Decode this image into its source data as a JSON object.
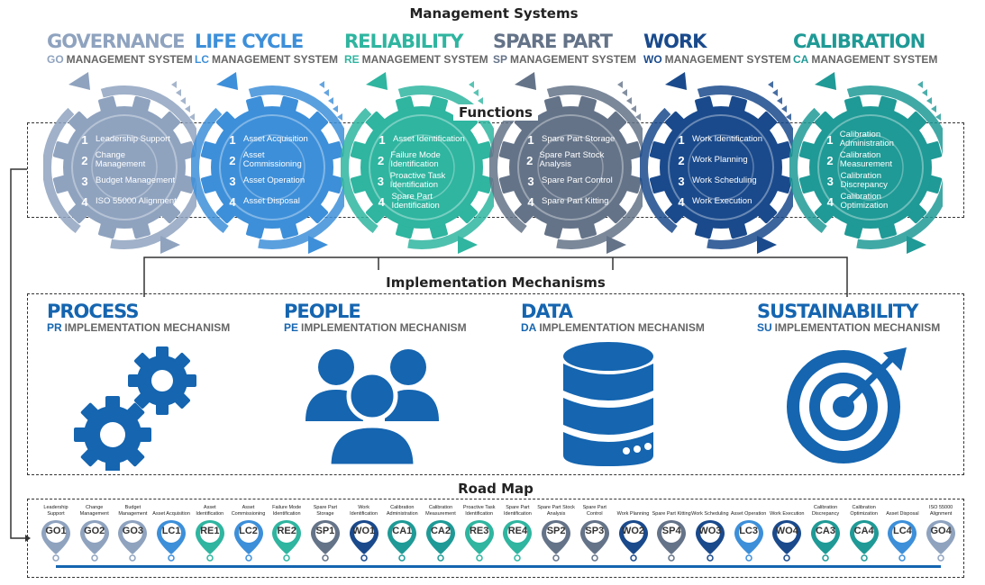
{
  "titles": {
    "management_systems": "Management Systems",
    "functions": "Functions",
    "implementation_mechanisms": "Implementation Mechanisms",
    "road_map": "Road Map"
  },
  "systems": [
    {
      "name": "GOVERNANCE",
      "code": "GO",
      "sub": "MANAGEMENT SYSTEM",
      "color": "#8fa3bf",
      "functions": [
        {
          "num": "1",
          "label": "Leadership Support"
        },
        {
          "num": "2",
          "label": "Change Management"
        },
        {
          "num": "3",
          "label": "Budget Management"
        },
        {
          "num": "4",
          "label": "ISO 55000 Alignment"
        }
      ]
    },
    {
      "name": "LIFE CYCLE",
      "code": "LC",
      "sub": "MANAGEMENT SYSTEM",
      "color": "#3d8fd9",
      "functions": [
        {
          "num": "1",
          "label": "Asset Acquisition"
        },
        {
          "num": "2",
          "label": "Asset Commissioning"
        },
        {
          "num": "3",
          "label": "Asset Operation"
        },
        {
          "num": "4",
          "label": "Asset Disposal"
        }
      ]
    },
    {
      "name": "RELIABILITY",
      "code": "RE",
      "sub": "MANAGEMENT SYSTEM",
      "color": "#2fb5a0",
      "functions": [
        {
          "num": "1",
          "label": "Asset Identification"
        },
        {
          "num": "2",
          "label": "Failure Mode Identification"
        },
        {
          "num": "3",
          "label": "Proactive Task Identification"
        },
        {
          "num": "4",
          "label": "Spare Part Identification"
        }
      ]
    },
    {
      "name": "SPARE PART",
      "code": "SP",
      "sub": "MANAGEMENT SYSTEM",
      "color": "#647388",
      "functions": [
        {
          "num": "1",
          "label": "Spare Part Storage"
        },
        {
          "num": "2",
          "label": "Spare Part Stock Analysis"
        },
        {
          "num": "3",
          "label": "Spare Part Control"
        },
        {
          "num": "4",
          "label": "Spare Part Kitting"
        }
      ]
    },
    {
      "name": "WORK",
      "code": "WO",
      "sub": "MANAGEMENT SYSTEM",
      "color": "#1a4a8c",
      "functions": [
        {
          "num": "1",
          "label": "Work Identification"
        },
        {
          "num": "2",
          "label": "Work Planning"
        },
        {
          "num": "3",
          "label": "Work Scheduling"
        },
        {
          "num": "4",
          "label": "Work Execution"
        }
      ]
    },
    {
      "name": "CALIBRATION",
      "code": "CA",
      "sub": "MANAGEMENT SYSTEM",
      "color": "#1f9a96",
      "functions": [
        {
          "num": "1",
          "label": "Calibration Administration"
        },
        {
          "num": "2",
          "label": "Calibration Measurement"
        },
        {
          "num": "3",
          "label": "Calibration Discrepancy"
        },
        {
          "num": "4",
          "label": "Calibration Optimization"
        }
      ]
    }
  ],
  "mechanisms": [
    {
      "name": "PROCESS",
      "code": "PR",
      "sub": "IMPLEMENTATION MECHANISM",
      "icon": "gears-icon"
    },
    {
      "name": "PEOPLE",
      "code": "PE",
      "sub": "IMPLEMENTATION MECHANISM",
      "icon": "people-icon"
    },
    {
      "name": "DATA",
      "code": "DA",
      "sub": "IMPLEMENTATION MECHANISM",
      "icon": "database-icon"
    },
    {
      "name": "SUSTAINABILITY",
      "code": "SU",
      "sub": "IMPLEMENTATION MECHANISM",
      "icon": "target-icon"
    }
  ],
  "mechanism_color": "#1565b0",
  "roadmap": [
    {
      "code": "GO1",
      "label": "Leadership Support",
      "color": "#8fa3bf"
    },
    {
      "code": "GO2",
      "label": "Change Management",
      "color": "#8fa3bf"
    },
    {
      "code": "GO3",
      "label": "Budget Management",
      "color": "#8fa3bf"
    },
    {
      "code": "LC1",
      "label": "Asset Acquisition",
      "color": "#3d8fd9"
    },
    {
      "code": "RE1",
      "label": "Asset Identification",
      "color": "#2fb5a0"
    },
    {
      "code": "LC2",
      "label": "Asset Commissioning",
      "color": "#3d8fd9"
    },
    {
      "code": "RE2",
      "label": "Failure Mode Identification",
      "color": "#2fb5a0"
    },
    {
      "code": "SP1",
      "label": "Spare Part Storage",
      "color": "#647388"
    },
    {
      "code": "WO1",
      "label": "Work Identification",
      "color": "#1a4a8c"
    },
    {
      "code": "CA1",
      "label": "Calibration Administration",
      "color": "#1f9a96"
    },
    {
      "code": "CA2",
      "label": "Calibration Measurement",
      "color": "#1f9a96"
    },
    {
      "code": "RE3",
      "label": "Proactive Task Identification",
      "color": "#2fb5a0"
    },
    {
      "code": "RE4",
      "label": "Spare Part Identification",
      "color": "#2fb5a0"
    },
    {
      "code": "SP2",
      "label": "Spare Part Stock Analysis",
      "color": "#647388"
    },
    {
      "code": "SP3",
      "label": "Spare Part Control",
      "color": "#647388"
    },
    {
      "code": "WO2",
      "label": "Work Planning",
      "color": "#1a4a8c"
    },
    {
      "code": "SP4",
      "label": "Spare Part Kitting",
      "color": "#647388"
    },
    {
      "code": "WO3",
      "label": "Work Scheduling",
      "color": "#1a4a8c"
    },
    {
      "code": "LC3",
      "label": "Asset Operation",
      "color": "#3d8fd9"
    },
    {
      "code": "WO4",
      "label": "Work Execution",
      "color": "#1a4a8c"
    },
    {
      "code": "CA3",
      "label": "Calibration Discrepancy",
      "color": "#1f9a96"
    },
    {
      "code": "CA4",
      "label": "Calibration Optimization",
      "color": "#1f9a96"
    },
    {
      "code": "LC4",
      "label": "Asset Disposal",
      "color": "#3d8fd9"
    },
    {
      "code": "GO4",
      "label": "ISO 55000 Alignment",
      "color": "#8fa3bf"
    }
  ],
  "timeline_color": "#1565b0"
}
